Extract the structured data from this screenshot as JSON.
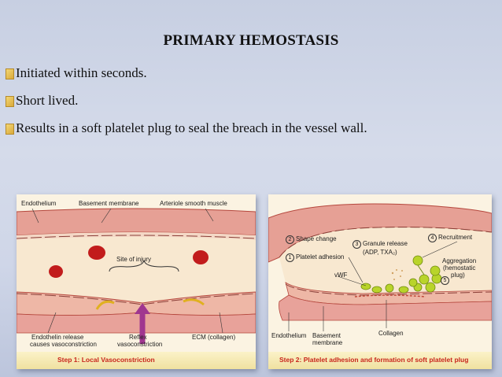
{
  "slide": {
    "title": "PRIMARY HEMOSTASIS",
    "bullets": [
      "Initiated within seconds.",
      "Short lived.",
      "Results in a soft platelet plug to seal the breach in the vessel wall."
    ]
  },
  "figure1": {
    "labels": {
      "endothelium": "Endothelium",
      "basement_membrane": "Basement membrane",
      "arteriole_muscle": "Arteriole smooth muscle",
      "site_of_injury": "Site of injury",
      "endothelin_release": "Endothelin release",
      "causes_vasoconstriction": "causes vasoconstriction",
      "reflex": "Reflex",
      "vasoconstriction": "vasoconstriction",
      "ecm": "ECM (collagen)"
    },
    "caption": "Step 1: Local Vasoconstriction"
  },
  "figure2": {
    "labels": {
      "n2": "2",
      "shape_change": "Shape change",
      "n1": "1",
      "platelet_adhesion": "Platelet adhesion",
      "n3": "3",
      "granule_release": "Granule release",
      "adp_txa": "(ADP, TXA₂)",
      "n4": "4",
      "recruitment": "Recruitment",
      "aggregation": "Aggregation",
      "hemostatic": "(hemostatic",
      "plug": "plug)",
      "n5": "5",
      "vwf": "vWF",
      "endothelium": "Endothelium",
      "basement": "Basement",
      "membrane": "membrane",
      "collagen": "Collagen"
    },
    "caption": "Step 2: Platelet adhesion and formation of soft platelet plug"
  },
  "colors": {
    "vessel_wall": "#e8a49a",
    "lumen": "#f7e6cc",
    "red_cell": "#c21c1c",
    "platelet": "#b9d42a",
    "arrow": "#a0368f",
    "caption_text": "#c8261c"
  }
}
